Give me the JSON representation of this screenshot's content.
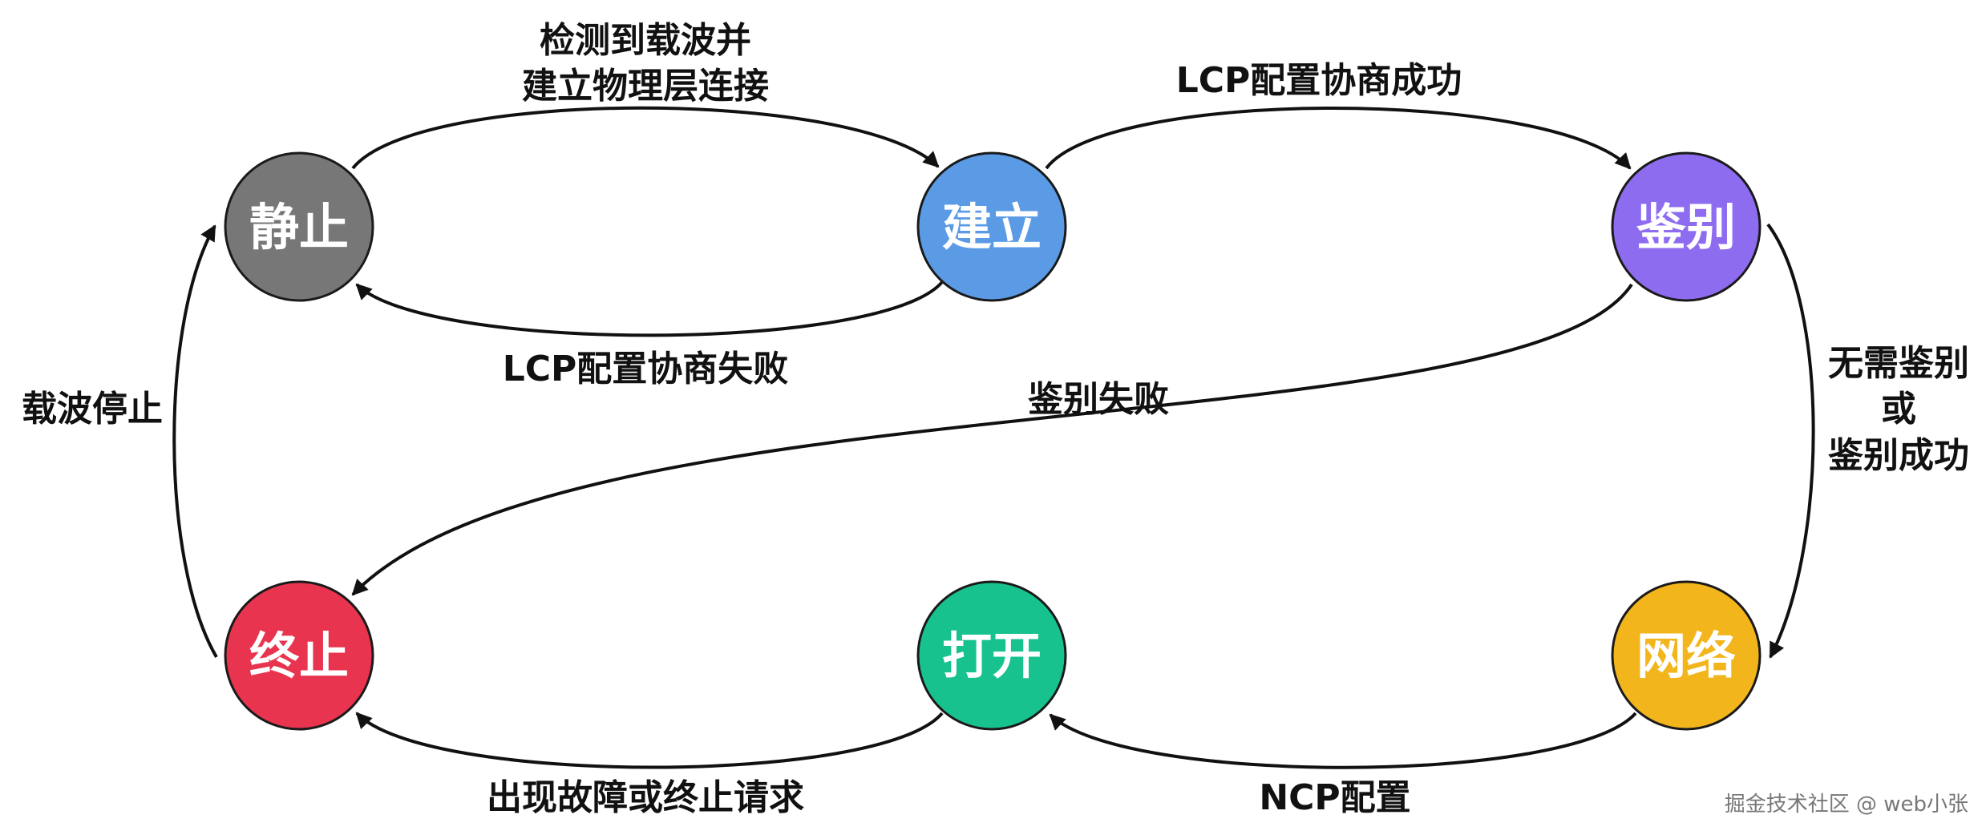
{
  "nodes": {
    "dead": {
      "label": "静止",
      "color": "#777777"
    },
    "establish": {
      "label": "建立",
      "color": "#5B9BE6"
    },
    "authenticate": {
      "label": "鉴别",
      "color": "#8E6CF0"
    },
    "terminate": {
      "label": "终止",
      "color": "#E8344E"
    },
    "open": {
      "label": "打开",
      "color": "#18C28F"
    },
    "network": {
      "label": "网络",
      "color": "#F2B51C"
    }
  },
  "edges": {
    "carrier_detected": {
      "line1": "检测到载波并",
      "line2": "建立物理层连接"
    },
    "lcp_success": "LCP配置协商成功",
    "lcp_fail": "LCP配置协商失败",
    "auth_fail": "鉴别失败",
    "auth_ok": {
      "line1": "无需鉴别",
      "line2": "或",
      "line3": "鉴别成功"
    },
    "carrier_stop": "载波停止",
    "fault_or_terminate": "出现故障或终止请求",
    "ncp_config": "NCP配置"
  },
  "watermark": "掘金技术社区 @ web小张"
}
